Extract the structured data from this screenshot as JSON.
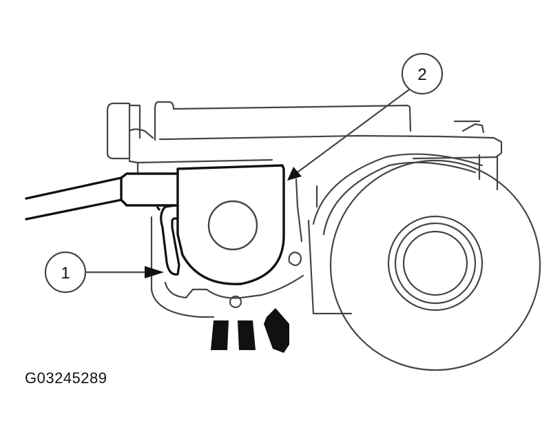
{
  "figure": {
    "id": "G03245289",
    "callouts": [
      {
        "number": "1",
        "target": "retaining clip / tab"
      },
      {
        "number": "2",
        "target": "cover / housing"
      }
    ],
    "colors": {
      "line": "#111111",
      "background": "#ffffff",
      "light_line": "#555555"
    }
  }
}
